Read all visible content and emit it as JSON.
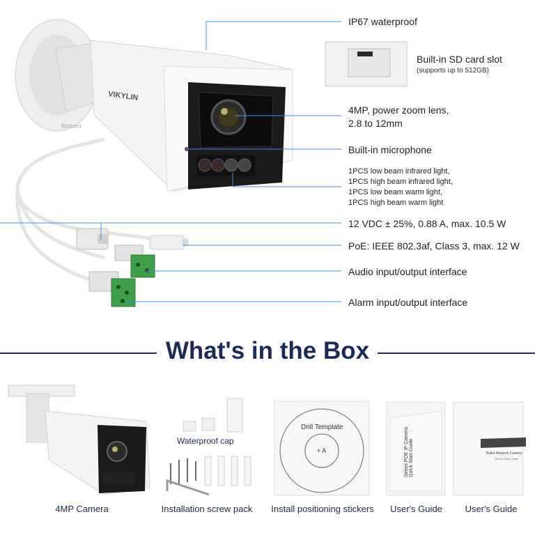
{
  "features": {
    "waterproof": "IP67 waterproof",
    "sd_slot": "Built-in SD card slot",
    "sd_slot_note": "(supports up to 512GB)",
    "lens_line1": "4MP, power zoom lens,",
    "lens_line2": "2.8 to 12mm",
    "microphone": "Built-in microphone",
    "lights": [
      "1PCS low beam infrared light,",
      "1PCS high beam infrared light,",
      "1PCS low beam warm light,",
      "1PCS high beam warm light"
    ],
    "power": "12 VDC ± 25%, 0.88 A, max. 10.5 W",
    "poe": "PoE: IEEE 802.3af, Class 3, max. 12 W",
    "audio": "Audio input/output interface",
    "alarm": "Alarm input/output interface"
  },
  "brand": "VIKYLIN",
  "mount_text": "Bottom",
  "box": {
    "title": "What's in the Box",
    "items": [
      {
        "caption": "4MP Camera"
      },
      {
        "caption": "Installation screw pack",
        "extra": "Waterproof cap"
      },
      {
        "caption": "Install positioning stickers",
        "template_title": "Drill Template",
        "template_center": "+ A"
      },
      {
        "caption": "User's Guide",
        "guide_text": "Series POE IP Camera Quick Start Guide"
      },
      {
        "caption": "User's Guide",
        "guide_title": "Bullet Network Camera",
        "guide_sub": "QUICK Start Guide"
      }
    ]
  },
  "colors": {
    "accent_line": "#4a8fd6",
    "title": "#1e2b55",
    "connector_green": "#3f9e4a"
  }
}
